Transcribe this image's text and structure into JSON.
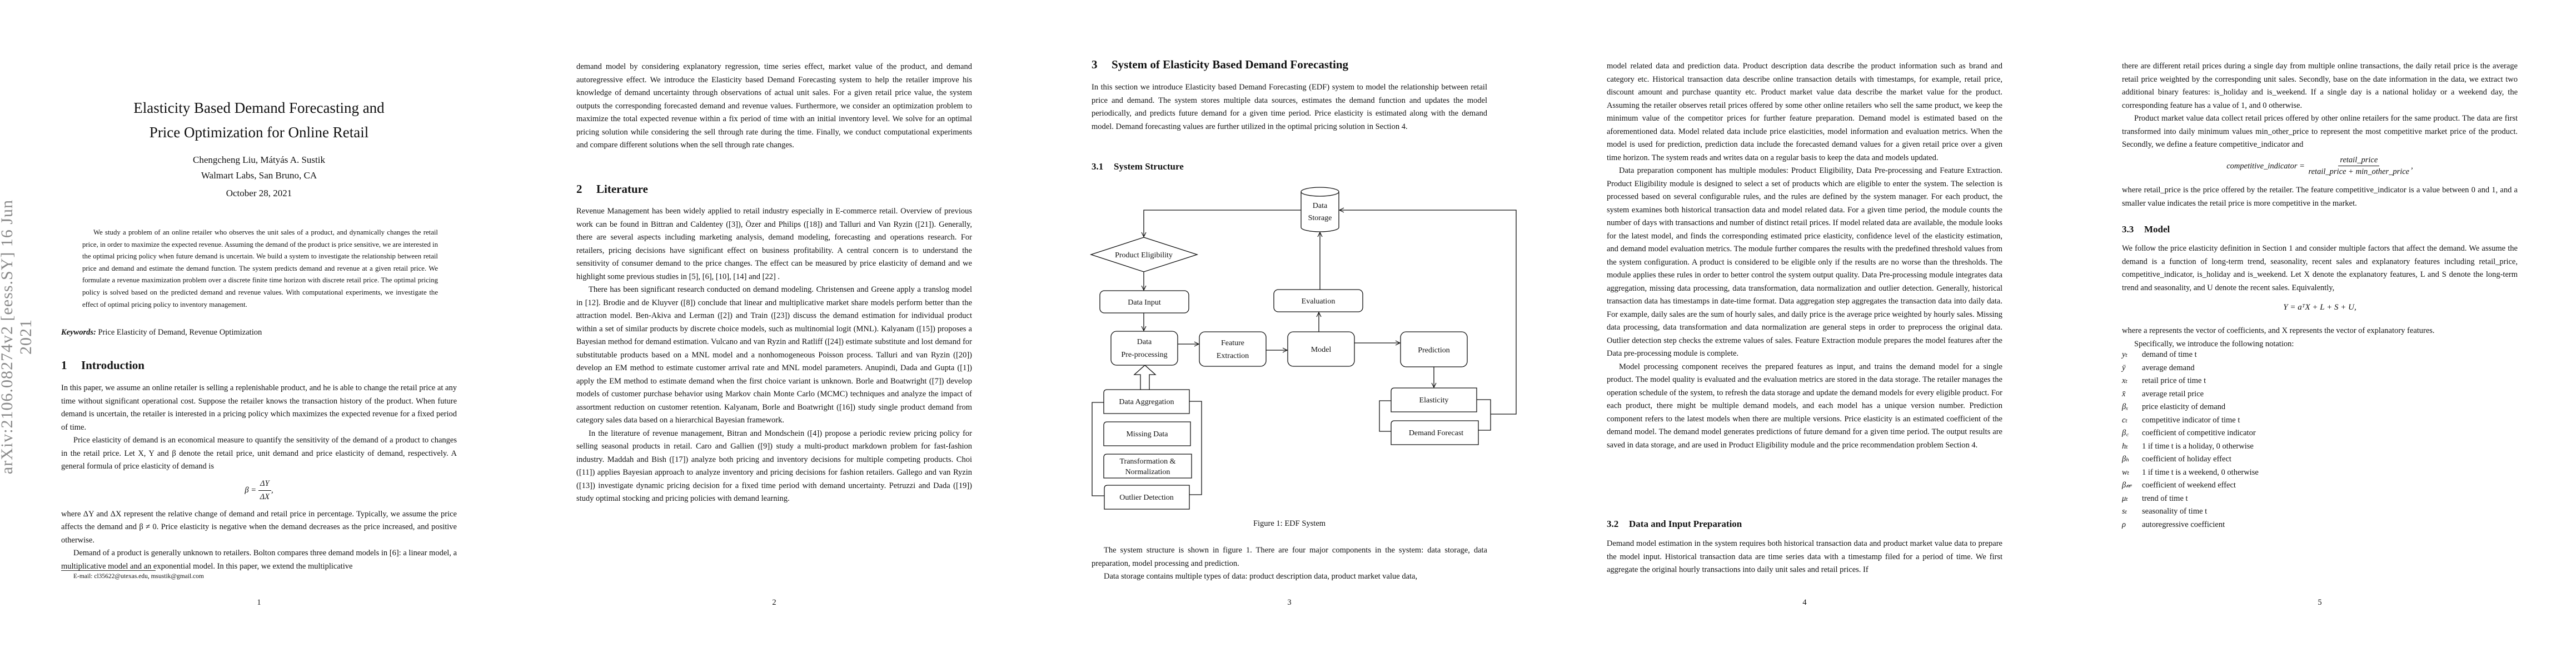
{
  "stamp": "arXiv:2106.08274v2  [eess.SY]  16 Jun 2021",
  "page1": {
    "title_line1": "Elasticity Based Demand Forecasting and",
    "title_line2": "Price Optimization for Online Retail",
    "authors": "Chengcheng Liu, Mátyás A. Sustik",
    "affiliation": "Walmart Labs, San Bruno, CA",
    "date": "October 28, 2021",
    "abstract": "We study a problem of an online retailer who observes the unit sales of a product, and dynamically changes the retail price, in order to maximize the expected revenue. Assuming the demand of the product is price sensitive, we are interested in the optimal pricing policy when future demand is uncertain. We build a system to investigate the relationship between retail price and demand and estimate the demand function. The system predicts demand and revenue at a given retail price. We formulate a revenue maximization problem over a discrete finite time horizon with discrete retail price. The optimal pricing policy is solved based on the predicted demand and revenue values. With computational experiments, we investigate the effect of optimal pricing policy to inventory management.",
    "keywords_label": "Keywords:",
    "keywords": "Price Elasticity of Demand, Revenue Optimization",
    "section_num": "1",
    "section_title": "Introduction",
    "paragraphs": [
      "In this paper, we assume an online retailer is selling a replenishable product, and he is able to change the retail price at any time without significant operational cost. Suppose the retailer knows the transaction history of the product. When future demand is uncertain, the retailer is interested in a pricing policy which maximizes the expected revenue for a fixed period of time.",
      "Price elasticity of demand is an economical measure to quantify the sensitivity of the demand of a product to changes in the retail price. Let X, Y and β denote the retail price, unit demand and price elasticity of demand, respectively. A general formula of price elasticity of demand is",
      "where ΔY and ΔX represent the relative change of demand and retail price in percentage. Typically, we assume the price affects the demand and β ≠ 0. Price elasticity is negative when the demand decreases as the price increased, and positive otherwise.",
      "Demand of a product is generally unknown to retailers. Bolton compares three demand models in [6]: a linear model, a multiplicative model and an exponential model. In this paper, we extend the multiplicative"
    ],
    "equation": {
      "lhs": "β =",
      "numerator": "ΔY",
      "denominator": "ΔX",
      "tail": ","
    },
    "footnote": "E-mail: cl35622@utexas.edu, msustik@gmail.com",
    "page_number": "1"
  },
  "page2": {
    "paragraphs_intro": [
      "demand model by considering explanatory regression, time series effect, market value of the product, and demand autoregressive effect. We introduce the Elasticity based Demand Forecasting system to help the retailer improve his knowledge of demand uncertainty through observations of actual unit sales. For a given retail price value, the system outputs the corresponding forecasted demand and revenue values. Furthermore, we consider an optimization problem to maximize the total expected revenue within a fix period of time with an initial inventory level. We solve for an optimal pricing solution while considering the sell through rate during the time. Finally, we conduct computational experiments and compare different solutions when the sell through rate changes."
    ],
    "section_num": "2",
    "section_title": "Literature",
    "paragraphs": [
      "Revenue Management has been widely applied to retail industry especially in E-commerce retail. Overview of previous work can be found in Bittran and Caldentey ([3]), Özer and Philips ([18]) and Talluri and Van Ryzin ([21]). Generally, there are several aspects including marketing analysis, demand modeling, forecasting and operations research. For retailers, pricing decisions have significant effect on business profitability. A central concern is to understand the sensitivity of consumer demand to the price changes. The effect can be measured by price elasticity of demand and we highlight some previous studies in [5], [6], [10], [14] and [22] .",
      "There has been significant research conducted on demand modeling. Christensen and Greene apply a translog model in [12]. Brodie and de Kluyver ([8]) conclude that linear and multiplicative market share models perform better than the attraction model. Ben-Akiva and Lerman ([2]) and Train ([23]) discuss the demand estimation for individual product within a set of similar products by discrete choice models, such as multinomial logit (MNL). Kalyanam ([15]) proposes a Bayesian method for demand estimation. Vulcano and van Ryzin and Ratliff ([24]) estimate substitute and lost demand for substitutable products based on a MNL model and a nonhomogeneous Poisson process. Talluri and van Ryzin ([20]) develop an EM method to estimate customer arrival rate and MNL model parameters. Anupindi, Dada and Gupta ([1]) apply the EM method to estimate demand when the first choice variant is unknown. Borle and Boatwright ([7]) develop models of customer purchase behavior using Markov chain Monte Carlo (MCMC) techniques and analyze the impact of assortment reduction on customer retention. Kalyanam, Borle and Boatwright ([16]) study single product demand from category sales data based on a hierarchical Bayesian framework.",
      "In the literature of revenue management, Bitran and Mondschein ([4]) propose a periodic review pricing policy for selling seasonal products in retail. Caro and Gallien ([9]) study a multi-product markdown problem for fast-fashion industry. Maddah and Bish ([17]) analyze both pricing and inventory decisions for multiple competing products. Choi ([11]) applies Bayesian approach to analyze inventory and pricing decisions for fashion retailers. Gallego and van Ryzin ([13]) investigate dynamic pricing decision for a fixed time period with demand uncertainty. Petruzzi and Dada ([19]) study optimal stocking and pricing policies with demand learning."
    ],
    "page_number": "2"
  },
  "page3": {
    "section_num": "3",
    "section_title": "System of Elasticity Based Demand Forecasting",
    "intro": "In this section we introduce Elasticity based Demand Forecasting (EDF) system to model the relationship between retail price and demand. The system stores multiple data sources, estimates the demand function and updates the model periodically, and predicts future demand for a given time period. Price elasticity is estimated along with the demand model. Demand forecasting values are further utilized in the optimal pricing solution in Section 4.",
    "subsection_num": "3.1",
    "subsection_title": "System Structure",
    "diagram": {
      "data_storage": [
        "Data",
        "Storage"
      ],
      "product_eligibility": "Product Eligibility",
      "data_input": "Data Input",
      "data_preprocessing": [
        "Data",
        "Pre-processing"
      ],
      "feature_extraction": [
        "Feature",
        "Extraction"
      ],
      "model": "Model",
      "evaluation": "Evaluation",
      "prediction": "Prediction",
      "elasticity": "Elasticity",
      "demand_forecast": "Demand Forecast",
      "data_aggregation": "Data Aggregation",
      "missing_data": "Missing Data",
      "transformation": [
        "Transformation &",
        "Normalization"
      ],
      "outlier_detection": "Outlier Detection"
    },
    "caption": "Figure 1: EDF System",
    "paragraphs": [
      "The system structure is shown in figure 1. There are four major components in the system: data storage, data preparation, model processing and prediction.",
      "Data storage contains multiple types of data: product description data, product market value data,"
    ],
    "page_number": "3"
  },
  "page4": {
    "paragraphs": [
      "model related data and prediction data. Product description data describe the product information such as brand and category etc. Historical transaction data describe online transaction details with timestamps, for example, retail price, discount amount and purchase quantity etc. Product market value data describe the market value for the product. Assuming the retailer observes retail prices offered by some other online retailers who sell the same product, we keep the minimum value of the competitor prices for further feature preparation. Demand model is estimated based on the aforementioned data. Model related data include price elasticities, model information and evaluation metrics. When the model is used for prediction, prediction data include the forecasted demand values for a given retail price over a given time horizon. The system reads and writes data on a regular basis to keep the data and models updated.",
      "Data preparation component has multiple modules: Product Eligibility, Data Pre-processing and Feature Extraction. Product Eligibility module is designed to select a set of products which are eligible to enter the system. The selection is processed based on several configurable rules, and the rules are defined by the system manager. For each product, the system examines both historical transaction data and model related data. For a given time period, the module counts the number of days with transactions and number of distinct retail prices. If model related data are available, the module looks for the latest model, and finds the corresponding estimated price elasticity, confidence level of the elasticity estimation, and demand model evaluation metrics. The module further compares the results with the predefined threshold values from the system configuration. A product is considered to be eligible only if the results are no worse than the thresholds. The module applies these rules in order to better control the system output quality. Data Pre-processing module integrates data aggregation, missing data processing, data transformation, data normalization and outlier detection. Generally, historical transaction data has timestamps in date-time format. Data aggregation step aggregates the transaction data into daily data. For example, daily sales are the sum of hourly sales, and daily price is the average price weighted by hourly sales. Missing data processing, data transformation and data normalization are general steps in order to preprocess the original data. Outlier detection step checks the extreme values of sales. Feature Extraction module prepares the model features after the Data pre-processing module is complete.",
      "Model processing component receives the prepared features as input, and trains the demand model for a single product. The model quality is evaluated and the evaluation metrics are stored in the data storage. The retailer manages the operation schedule of the system, to refresh the data storage and update the demand models for every eligible product. For each product, there might be multiple demand models, and each model has a unique version number. Prediction component refers to the latest models when there are multiple versions. Price elasticity is an estimated coefficient of the demand model. The demand model generates predictions of future demand for a given time period. The output results are saved in data storage, and are used in Product Eligibility module and the price recommendation problem Section 4."
    ],
    "subsection_num": "3.2",
    "subsection_title": "Data and Input Preparation",
    "paragraph_after": "Demand model estimation in the system requires both historical transaction data and product market value data to prepare the model input. Historical transaction data are time series data with a timestamp filed for a period of time. We first aggregate the original hourly transactions into daily unit sales and retail prices. If",
    "page_number": "4"
  },
  "page5": {
    "paragraphs": [
      "there are different retail prices during a single day from multiple online transactions, the daily retail price is the average retail price weighted by the corresponding unit sales. Secondly, base on the date information in the data, we extract two additional binary features: is_holiday and is_weekend. If a single day is a national holiday or a weekend day, the corresponding feature has a value of 1, and 0 otherwise.",
      "Product market value data collect retail prices offered by other online retailers for the same product. The data are first transformed into daily minimum values min_other_price to represent the most competitive market price of the product. Secondly, we define a feature competitive_indicator and"
    ],
    "equation1": {
      "lhs": "competitive_indicator =",
      "numerator": "retail_price",
      "denominator": "retail_price + min_other_price",
      "tail": ","
    },
    "paragraph_after_eq1": "where retail_price is the price offered by the retailer. The feature competitive_indicator is a value between 0 and 1, and a smaller value indicates the retail price is more competitive in the market.",
    "subsection_num": "3.3",
    "subsection_title": "Model",
    "model_paragraph": "We follow the price elasticity definition in Section 1 and consider multiple factors that affect the demand. We assume the demand is a function of long-term trend, seasonality, recent sales and explanatory features including retail_price, competitive_indicator, is_holiday and is_weekend. Let X denote the explanatory features, L and S denote the long-term trend and seasonality, and U denote the recent sales. Equivalently,",
    "equation2": "Y = aᵀX + L + S + U,",
    "paragraph_after_eq2": "where a represents the vector of coefficients, and X represents the vector of explanatory features.",
    "notation_intro": "Specifically, we introduce the following notation:",
    "notation": [
      {
        "symbol": "yₜ",
        "meaning": "demand of time t"
      },
      {
        "symbol": "ȳ",
        "meaning": "average demand"
      },
      {
        "symbol": "xₜ",
        "meaning": "retail price of time t"
      },
      {
        "symbol": "x̄",
        "meaning": "average retail price"
      },
      {
        "symbol": "βₓ",
        "meaning": "price elasticity of demand"
      },
      {
        "symbol": "cₜ",
        "meaning": "competitive indicator of time t"
      },
      {
        "symbol": "β꜀",
        "meaning": "coefficient of competitive indicator"
      },
      {
        "symbol": "hₜ",
        "meaning": "1 if time t is a holiday, 0 otherwise"
      },
      {
        "symbol": "βₕ",
        "meaning": "coefficient of holiday effect"
      },
      {
        "symbol": "wₜ",
        "meaning": "1 if time t is a weekend, 0 otherwise"
      },
      {
        "symbol": "β𝓌",
        "meaning": "coefficient of weekend effect"
      },
      {
        "symbol": "μₜ",
        "meaning": "trend of time t"
      },
      {
        "symbol": "sₜ",
        "meaning": "seasonality of time t"
      },
      {
        "symbol": "ρ",
        "meaning": "autoregressive coefficient"
      }
    ],
    "page_number": "5"
  }
}
